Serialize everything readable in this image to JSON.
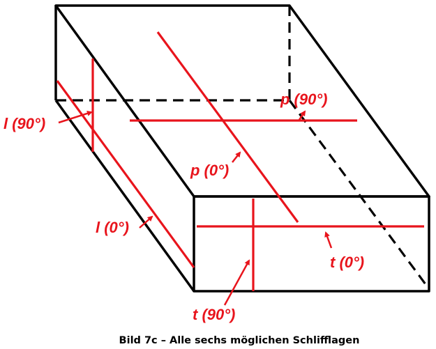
{
  "colors": {
    "box_edge": "#000000",
    "cut_line": "#e8141c",
    "label": "#e8141c",
    "caption": "#000000",
    "background": "#ffffff"
  },
  "labels": {
    "l90": "l (90°)",
    "l0": "l (0°)",
    "p90": "p (90°)",
    "p0": "p (0°)",
    "t0": "t (0°)",
    "t90": "t (90°)"
  },
  "caption": "Bild 7c – Alle sechs möglichen Schlifflagen"
}
